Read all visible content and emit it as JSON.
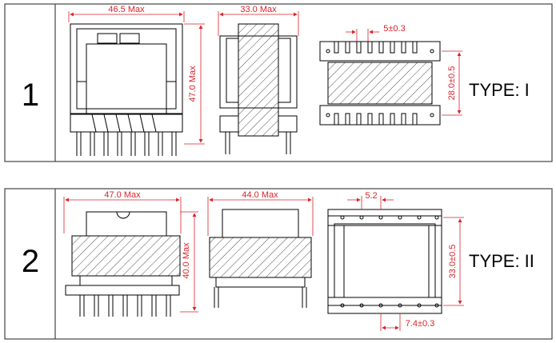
{
  "panels": [
    {
      "number": "1",
      "type_label": "TYPE: I",
      "dims": {
        "front_width": "46.5 Max",
        "height": "47.0 Max",
        "side_width": "33.0 Max",
        "pitch": "5±0.3",
        "row_spacing": "28.0±0.5"
      }
    },
    {
      "number": "2",
      "type_label": "TYPE: II",
      "dims": {
        "front_width": "47.0 Max",
        "height": "40.0 Max",
        "side_width": "44.0 Max",
        "pitch": "5.2",
        "row_spacing": "33.0±0.5",
        "pin_offset": "7.4±0.3"
      }
    }
  ],
  "colors": {
    "outline": "#000000",
    "dimension": "#d8232a",
    "panel_border": "#444444"
  }
}
